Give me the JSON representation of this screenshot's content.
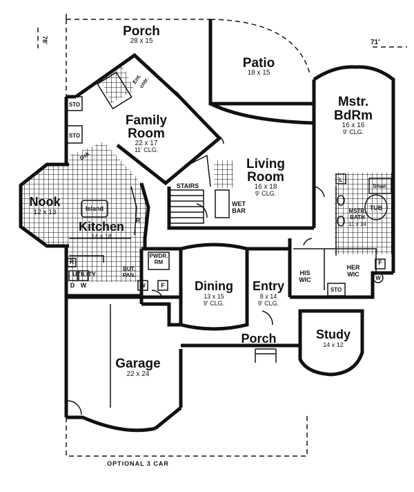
{
  "rooms": {
    "porch_top": {
      "name": "Porch",
      "dims": "28 x 15"
    },
    "patio": {
      "name": "Patio",
      "dims": "18 x 15"
    },
    "family_room": {
      "name_1": "Family",
      "name_2": "Room",
      "dims": "22 x 17",
      "ceiling": "11' CLG."
    },
    "living_room": {
      "name_1": "Living",
      "name_2": "Room",
      "dims": "16 x 18",
      "ceiling": "9' CLG."
    },
    "master_bedroom": {
      "name_1": "Mstr.",
      "name_2": "BdRm",
      "dims": "16 x 16",
      "ceiling": "9' CLG."
    },
    "nook": {
      "name": "Nook",
      "dims": "12 x 13"
    },
    "kitchen": {
      "name": "Kitchen",
      "dims": "14 x 18"
    },
    "island": {
      "name": "Island"
    },
    "stairs": {
      "name": "STAIRS"
    },
    "wet_bar": {
      "name_1": "WET",
      "name_2": "BAR"
    },
    "master_bath": {
      "name_1": "MSTR.",
      "name_2": "BATH",
      "dims": "11 x 14"
    },
    "tub": {
      "name": "TUB"
    },
    "shower": {
      "name": "Shwr."
    },
    "dining": {
      "name": "Dining",
      "dims": "13 x 15",
      "ceiling": "9' CLG."
    },
    "entry": {
      "name": "Entry",
      "dims": "8 x 14",
      "ceiling": "9' CLG."
    },
    "his_wic": {
      "name_1": "HIS",
      "name_2": "WIC"
    },
    "her_wic": {
      "name_1": "HER",
      "name_2": "WIC"
    },
    "study": {
      "name": "Study",
      "dims": "14 x 12"
    },
    "porch_front": {
      "name": "Porch"
    },
    "garage": {
      "name": "Garage",
      "dims": "22 x 24"
    },
    "utility": {
      "name": "UTILITY"
    },
    "butler_pantry": {
      "name_1": "BUT.",
      "name_2": "PAN."
    },
    "powder_room": {
      "name_1": "PWDR.",
      "name_2": "RM"
    },
    "optional_garage": {
      "name": "OPTIONAL 3 CAR"
    }
  },
  "labels": {
    "ent_cntr_1": "Ent.",
    "ent_cntr_2": "cntr.",
    "desk": "Dsk",
    "sto_1": "STO",
    "sto_2": "STO",
    "sto_3": "STO",
    "dim_left": "78'",
    "dim_right": "71'",
    "refrigerator": "R",
    "refrigerator_2": "R",
    "dryer": "D",
    "washer": "W",
    "washer_2": "W",
    "washer_3": "W",
    "furnace": "F",
    "furnace_2": "F",
    "linen": "L"
  }
}
